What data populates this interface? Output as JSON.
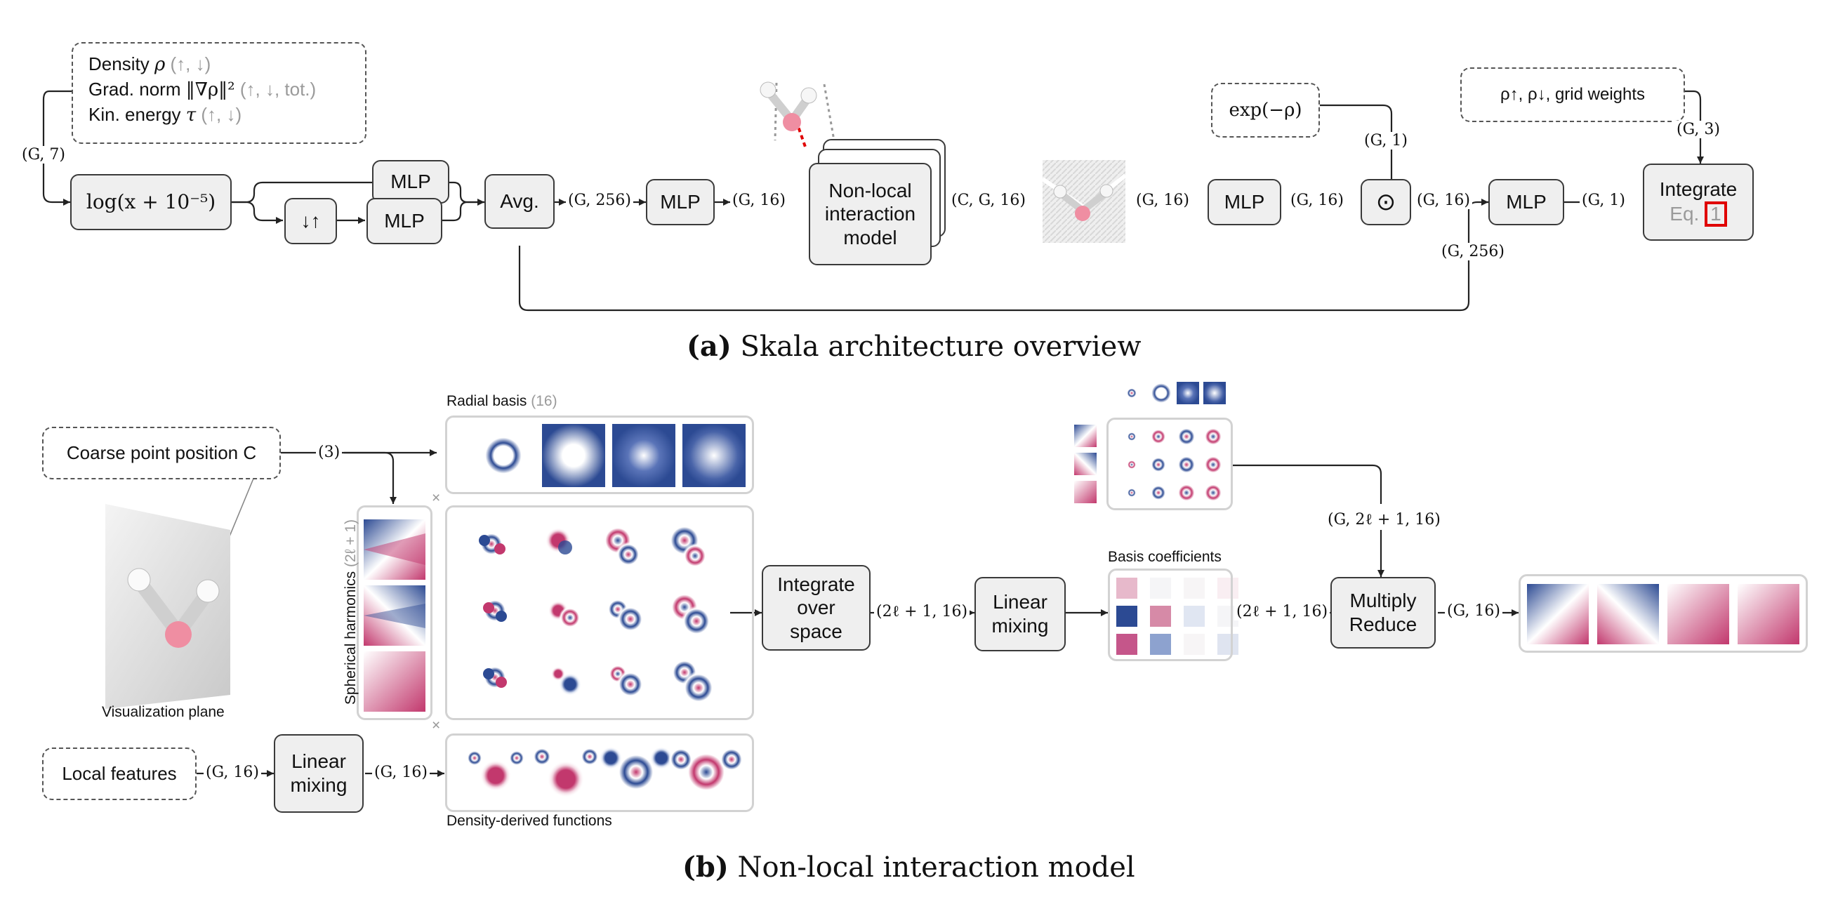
{
  "part_a": {
    "caption_label": "(a)",
    "caption_text": "Skala architecture overview",
    "inputs": {
      "density_label": "Density",
      "density_sym": "ρ",
      "density_spin": "(↑, ↓)",
      "grad_label": "Grad. norm",
      "grad_sym": "‖∇ρ‖²",
      "grad_spin": "(↑, ↓, tot.)",
      "kin_label": "Kin. energy",
      "kin_sym": "τ",
      "kin_spin": "(↑, ↓)"
    },
    "log_box": "log(x + 10⁻⁵)",
    "swap_box": "↓↑",
    "mlp_label": "MLP",
    "avg_box": "Avg.",
    "nonlocal_box": "Non-local interaction model",
    "exp_box": "exp(−ρ)",
    "odot_box": "⊙",
    "grid_inputs_box": "ρ↑, ρ↓, grid weights",
    "integrate_box": "Integrate",
    "eq_text": "Eq.",
    "eq_ref": "1",
    "edges": {
      "g7": "(G, 7)",
      "g256": "(G, 256)",
      "g16_a": "(G, 16)",
      "cg16": "(C, G, 16)",
      "g16_b": "(G, 16)",
      "g16_c": "(G, 16)",
      "g16_d": "(G, 16)",
      "g1_a": "(G, 1)",
      "g1_b": "(G, 1)",
      "g3": "(G, 3)",
      "g256_skip": "(G, 256)"
    }
  },
  "part_b": {
    "caption_label": "(b)",
    "caption_text": "Non-local interaction model",
    "coarse_box": "Coarse point position C",
    "coarse_edge": "(3)",
    "vis_plane_label": "Visualization plane",
    "radial_label": "Radial basis",
    "radial_count": "(16)",
    "sph_label": "Spherical harmonics",
    "sph_count": "(2ℓ + 1)",
    "density_funcs_label": "Density-derived functions",
    "local_features_box": "Local features",
    "local_edge_in": "(G, 16)",
    "local_edge_out": "(G, 16)",
    "linear_mixing_label": "Linear mixing",
    "integrate_space_box": "Integrate over space",
    "edge_int_out": "(2ℓ + 1, 16)",
    "basis_coeff_label": "Basis coefficients",
    "edge_coeff_out": "(2ℓ + 1, 16)",
    "edge_top_right": "(G, 2ℓ + 1, 16)",
    "multiply_reduce_box": "Multiply Reduce",
    "edge_final": "(G, 16)",
    "times_symbol": "×"
  },
  "colors": {
    "blue": "#2c4a93",
    "magenta": "#c2386d",
    "box_fill": "#efefef",
    "highlight_red": "#e00000",
    "label_gray": "#9a9a9a"
  }
}
